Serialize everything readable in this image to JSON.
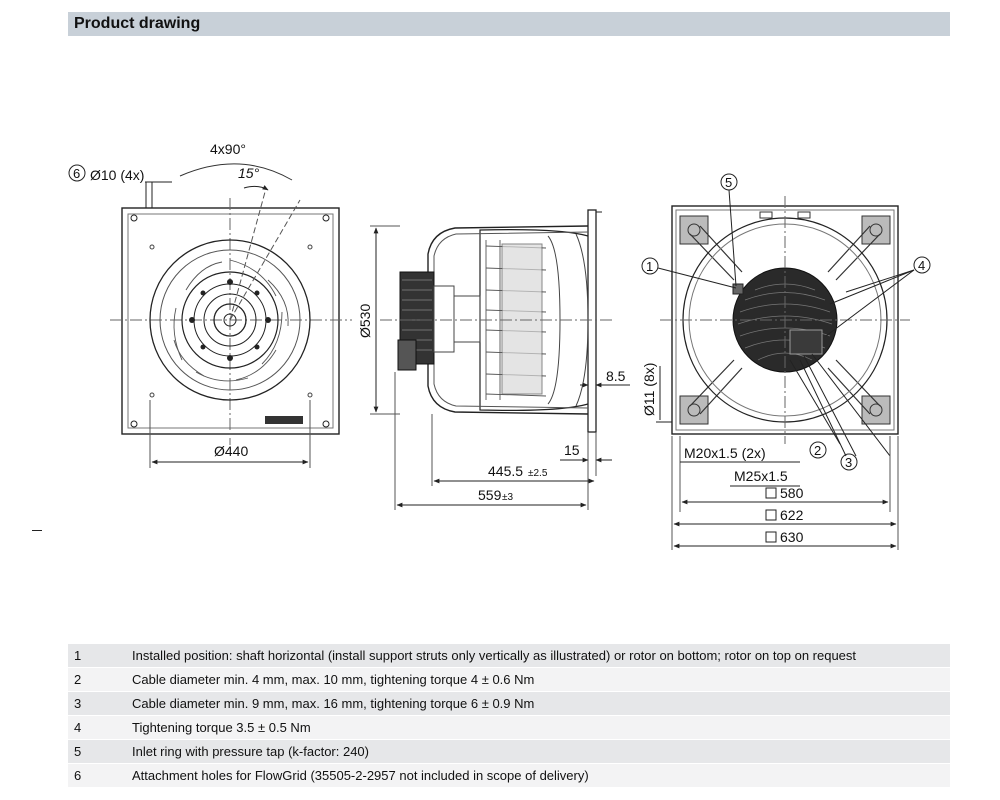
{
  "header": {
    "title": "Product drawing"
  },
  "front_view": {
    "angle_label": "4x90°",
    "angle2_label": "15°",
    "hole_callout": "6",
    "hole_label": "Ø10 (4x)",
    "diameter_label": "Ø440"
  },
  "side_view": {
    "height_label": "Ø530",
    "flange_label": "8.5",
    "offset_label": "15",
    "depth_label": "445.5",
    "depth_tol": "±2.5",
    "length_label": "559",
    "length_tol": "±3"
  },
  "back_view": {
    "callout_1": "1",
    "callout_2": "2",
    "callout_3": "3",
    "callout_4": "4",
    "callout_5": "5",
    "hole_label": "Ø11 (8x)",
    "m20_label": "M20x1.5 (2x)",
    "m25_label": "M25x1.5",
    "dim_580": "580",
    "dim_622": "622",
    "dim_630": "630"
  },
  "notes": [
    {
      "num": "1",
      "text": "Installed position: shaft horizontal (install support struts only vertically as illustrated) or rotor on bottom; rotor on top on request"
    },
    {
      "num": "2",
      "text": "Cable diameter min. 4 mm, max. 10 mm, tightening torque 4 ± 0.6 Nm"
    },
    {
      "num": "3",
      "text": "Cable diameter min. 9 mm, max. 16 mm, tightening torque 6 ± 0.9 Nm"
    },
    {
      "num": "4",
      "text": "Tightening torque 3.5 ± 0.5 Nm"
    },
    {
      "num": "5",
      "text": "Inlet ring with pressure tap (k-factor: 240)"
    },
    {
      "num": "6",
      "text": "Attachment holes for FlowGrid (35505-2-2957 not included in scope of delivery)"
    }
  ]
}
